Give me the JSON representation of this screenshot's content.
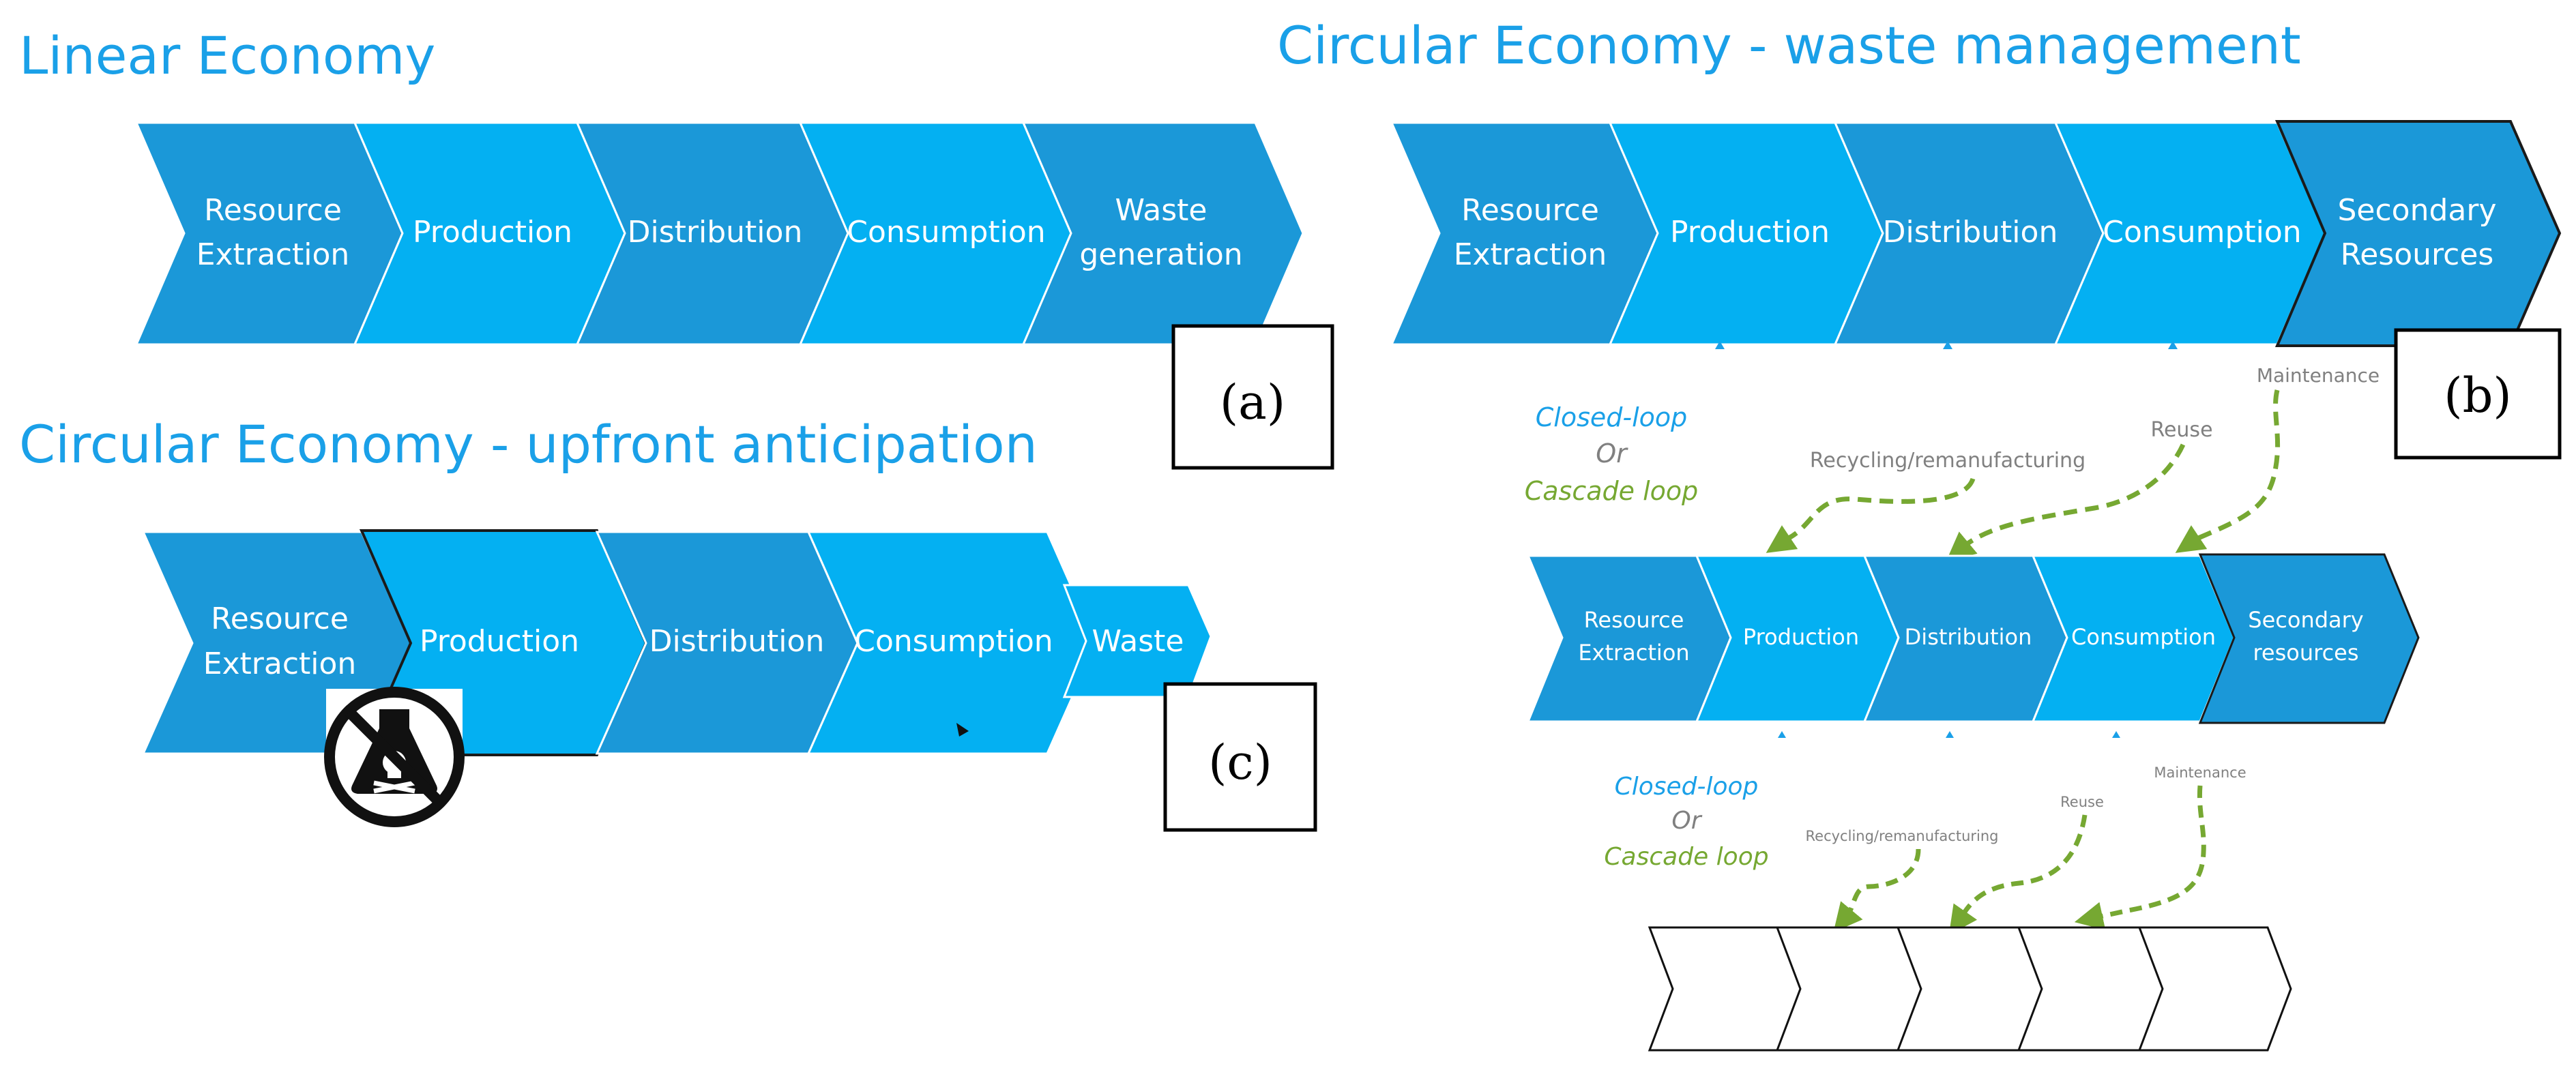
{
  "colors": {
    "dark_blue": "#1b98d8",
    "light_blue": "#04b0f2",
    "title_blue": "#1aa0e8",
    "arrow_green": "#76a832",
    "gray_text": "#808080"
  },
  "panel_a": {
    "title": "Linear Economy",
    "label": "(a)",
    "steps": [
      {
        "line1": "Resource",
        "line2": "Extraction"
      },
      {
        "line1": "Production",
        "line2": ""
      },
      {
        "line1": "Distribution",
        "line2": ""
      },
      {
        "line1": "Consumption",
        "line2": ""
      },
      {
        "line1": "Waste",
        "line2": "generation"
      }
    ]
  },
  "panel_b": {
    "title": "Circular Economy -  waste management",
    "label": "(b)",
    "steps": [
      {
        "line1": "Resource",
        "line2": "Extraction"
      },
      {
        "line1": "Production",
        "line2": ""
      },
      {
        "line1": "Distribution",
        "line2": ""
      },
      {
        "line1": "Consumption",
        "line2": ""
      },
      {
        "line1": "Secondary",
        "line2": "Resources"
      }
    ],
    "loop": {
      "line1": "Closed-loop",
      "line2": "Or",
      "line3": "Cascade loop"
    },
    "flows": [
      "Recycling/remanufacturing",
      "Reuse",
      "Maintenance"
    ],
    "steps_level2": [
      {
        "line1": "Resource",
        "line2": "Extraction"
      },
      {
        "line1": "Production",
        "line2": ""
      },
      {
        "line1": "Distribution",
        "line2": ""
      },
      {
        "line1": "Consumption",
        "line2": ""
      },
      {
        "line1": "Secondary",
        "line2": "resources"
      }
    ],
    "loop_level2": {
      "line1": "Closed-loop",
      "line2": "Or",
      "line3": "Cascade loop"
    },
    "flows_level2": [
      "Recycling/remanufacturing",
      "Reuse",
      "Maintenance"
    ]
  },
  "panel_c": {
    "title": "Circular Economy -  upfront anticipation",
    "label": "(c)",
    "steps": [
      {
        "line1": "Resource",
        "line2": "Extraction"
      },
      {
        "line1": "Production",
        "line2": ""
      },
      {
        "line1": "Distribution",
        "line2": ""
      },
      {
        "line1": "Consumption",
        "line2": ""
      },
      {
        "line1": "Waste",
        "line2": ""
      }
    ],
    "hazard_icon": "no-toxic-chemicals-icon"
  }
}
